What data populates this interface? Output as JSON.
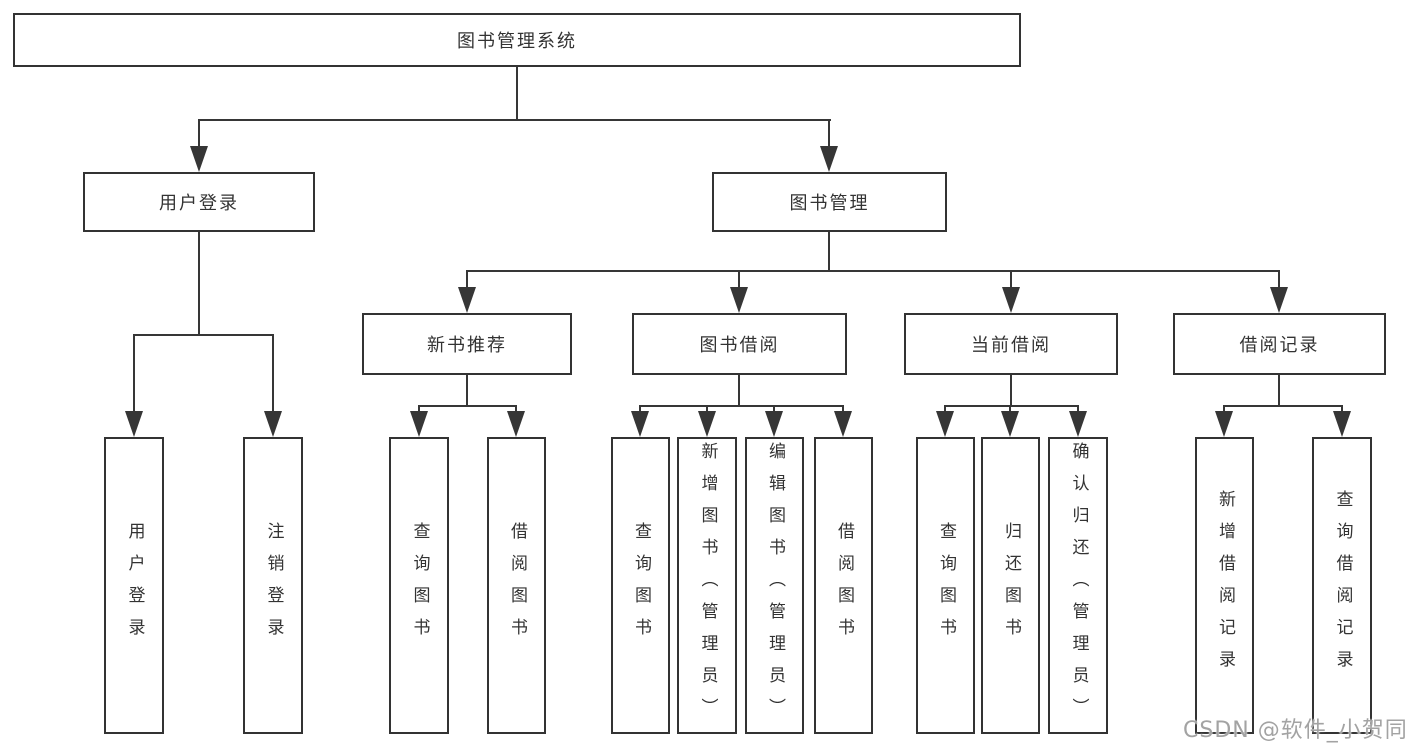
{
  "root": {
    "label": "图书管理系统"
  },
  "level2": [
    {
      "label": "用户登录"
    },
    {
      "label": "图书管理"
    }
  ],
  "level3": [
    {
      "label": "新书推荐"
    },
    {
      "label": "图书借阅"
    },
    {
      "label": "当前借阅"
    },
    {
      "label": "借阅记录"
    }
  ],
  "leaves": [
    {
      "label": "用户登录"
    },
    {
      "label": "注销登录"
    },
    {
      "label": "查询图书"
    },
    {
      "label": "借阅图书"
    },
    {
      "label": "查询图书"
    },
    {
      "label": "新增图书（管理员）"
    },
    {
      "label": "编辑图书（管理员）"
    },
    {
      "label": "借阅图书"
    },
    {
      "label": "查询图书"
    },
    {
      "label": "归还图书"
    },
    {
      "label": "确认归还（管理员）"
    },
    {
      "label": "新增借阅记录"
    },
    {
      "label": "查询借阅记录"
    }
  ],
  "watermark": "CSDN @软件_小贺同学",
  "colors": {
    "line": "#363636",
    "text": "#333333",
    "watermark": "#a3a3a3",
    "background": "#ffffff"
  }
}
